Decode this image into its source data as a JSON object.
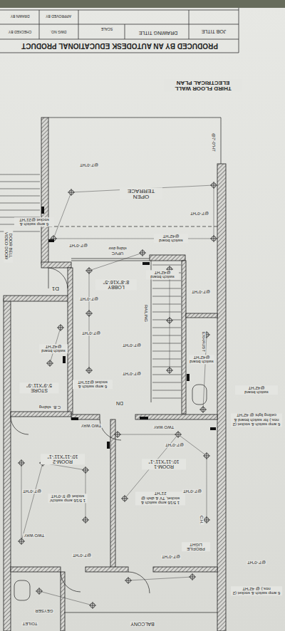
{
  "diagram": {
    "title": "THIRD FLOOR WALL ELECTRICAL PLAN",
    "nodes": [
      {
        "text": [
          "OPEN TERRACE"
        ]
      },
      {
        "text": [
          "LOBBY 8'-8\"X16'-5\""
        ]
      },
      {
        "text": [
          "STORE 5'-9\"X11'-9\""
        ]
      },
      {
        "text": [
          "ROOM-1 10'-11\"X11'-1\""
        ]
      },
      {
        "text": [
          "ROOM-2 10'-11\"X11'-1\""
        ]
      }
    ],
    "labels": [
      "PRODUCED BY AN AUTODESK EDUCATIONAL PRODUCT",
      "JOB TITLE",
      "DRAWING TITLE",
      "DRAWN BY",
      "CHECKED BY",
      "APPROVED BY",
      "DWG NO.",
      "SCALE",
      "@7'-0\"HT",
      "@7'-0\"HT",
      "@7'-0\"HT",
      "6 amp switch & socket @21\"HT",
      "@7'-0\"HT",
      "switch board @42\"HT",
      "DOOR BELL VIDEO DOOR",
      "UPVC",
      "sliding door",
      "switch board @42\"HT",
      "D1",
      "@7'-0\"HT",
      "@7'-0\"HT",
      "RAILING",
      "@7'-0\"HT",
      "EXHAUST",
      "@7'-0\"HT",
      "switch board @42\"HT",
      "6 amp switch & socket @21\"HT",
      "@7'-0\"HT",
      "switch board @42\"HT",
      "DN",
      "C.B. sliding",
      "TWO WAY",
      "TWO WAY",
      "@7'-0\"HT",
      "1 5/16 amp switch & socket, TV & dish @ 21\"HT",
      "@7'-0\"HT",
      "C.H.",
      "PROFILE LIGHT",
      "1 5/16 amp switch/ socket @ 5'-0\"HT",
      "@7'-0\"HT",
      "TWO WAY",
      "@7'-0\"HT",
      "@7'-0\"HT",
      "GEYSER",
      "TOILET",
      "BALCONY",
      "6 amp switch & socket (2 nos.) for switch board & ceiling light @ 42\"HT",
      "switch board @42\"HT",
      "6 amp switch & socket (2 nos.) @ 42\"HT",
      "@7'-0\"HT"
    ]
  }
}
